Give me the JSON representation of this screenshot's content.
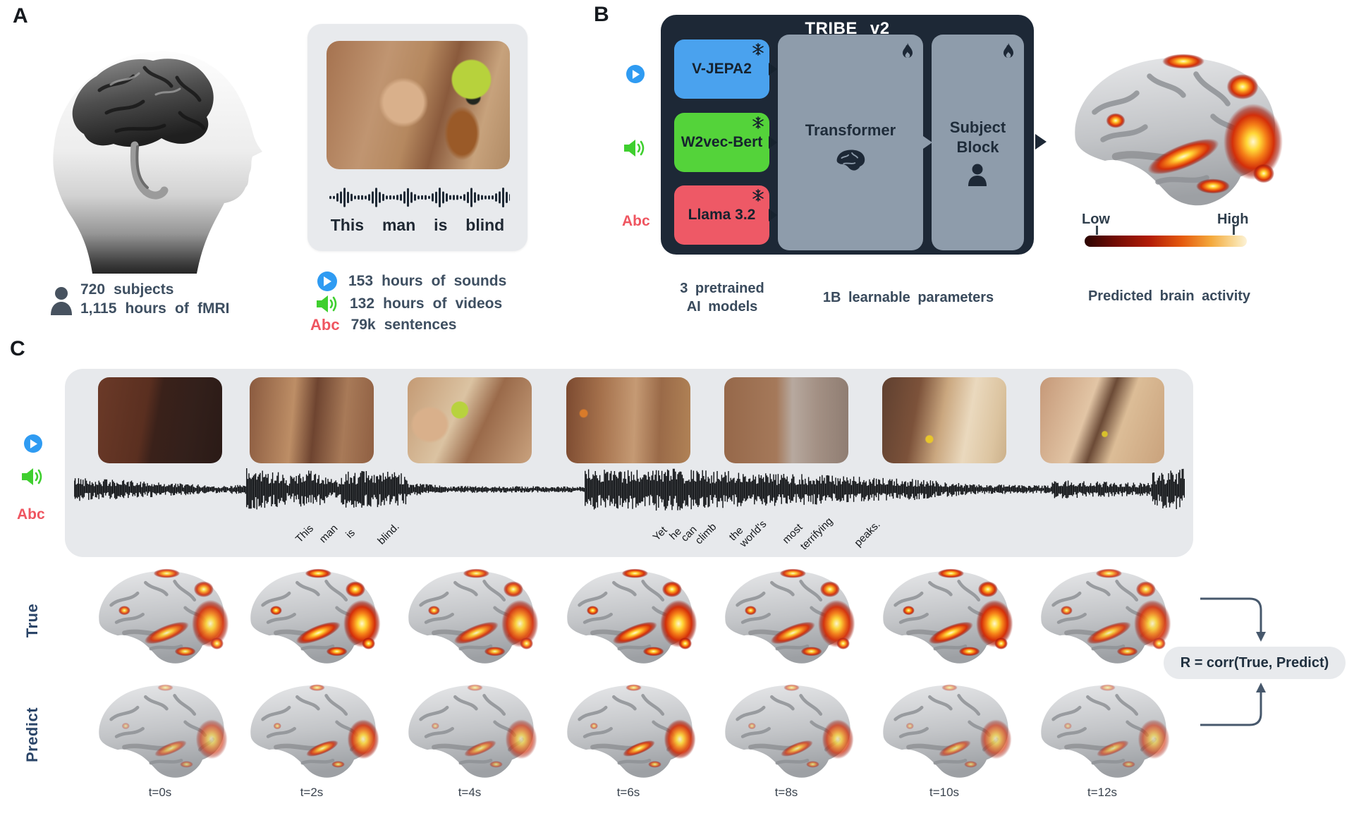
{
  "panel_a": {
    "label": "A",
    "subjects_line1": "720 subjects",
    "subjects_line2": "1,115 hours of fMRI",
    "stimulus_card": {
      "transcript": "This man is blind",
      "stats": [
        {
          "icon": "play-icon",
          "text": "153 hours of sounds"
        },
        {
          "icon": "speaker-icon",
          "text": "132 hours of videos"
        },
        {
          "icon": "abc-icon",
          "text": "79k sentences"
        }
      ]
    },
    "abc_label": "Abc"
  },
  "panel_b": {
    "label": "B",
    "box_title": "TRIBE v2",
    "models": [
      {
        "name": "V-JEPA2",
        "color": "#4aa2ee",
        "state_icon": "snowflake-icon"
      },
      {
        "name": "W2vec-Bert",
        "color": "#54d33a",
        "state_icon": "snowflake-icon"
      },
      {
        "name": "Llama 3.2",
        "color": "#ee5966",
        "state_icon": "snowflake-icon"
      }
    ],
    "transformer_label": "Transformer",
    "subject_block_line1": "Subject",
    "subject_block_line2": "Block",
    "caption_models_lines": [
      "3 pretrained",
      "AI models"
    ],
    "caption_params": "1B learnable parameters",
    "caption_output": "Predicted brain activity",
    "colorbar": {
      "low": "Low",
      "high": "High"
    },
    "abc_label": "Abc"
  },
  "panel_c": {
    "label": "C",
    "row_true": "True",
    "row_predict": "Predict",
    "formula": "R = corr(True, Predict)",
    "time_labels": [
      "t=0s",
      "t=2s",
      "t=4s",
      "t=6s",
      "t=8s",
      "t=10s",
      "t=12s"
    ],
    "transcript_words": [
      "This",
      "man",
      "is",
      "blind.",
      "Yet",
      "he",
      "can",
      "climb",
      "the",
      "world's",
      "most",
      "terrifying",
      "peaks."
    ],
    "abc_label": "Abc"
  },
  "colors": {
    "dark_navy": "#1d2836",
    "block_gray": "#8e9cab",
    "accent_blue": "#2f9bf2",
    "accent_green": "#3fcf2f",
    "accent_red": "#ef5560",
    "panel_gray": "#e7e9ec",
    "hot_low": "#2b0502",
    "hot_high": "#fcf2d6"
  }
}
